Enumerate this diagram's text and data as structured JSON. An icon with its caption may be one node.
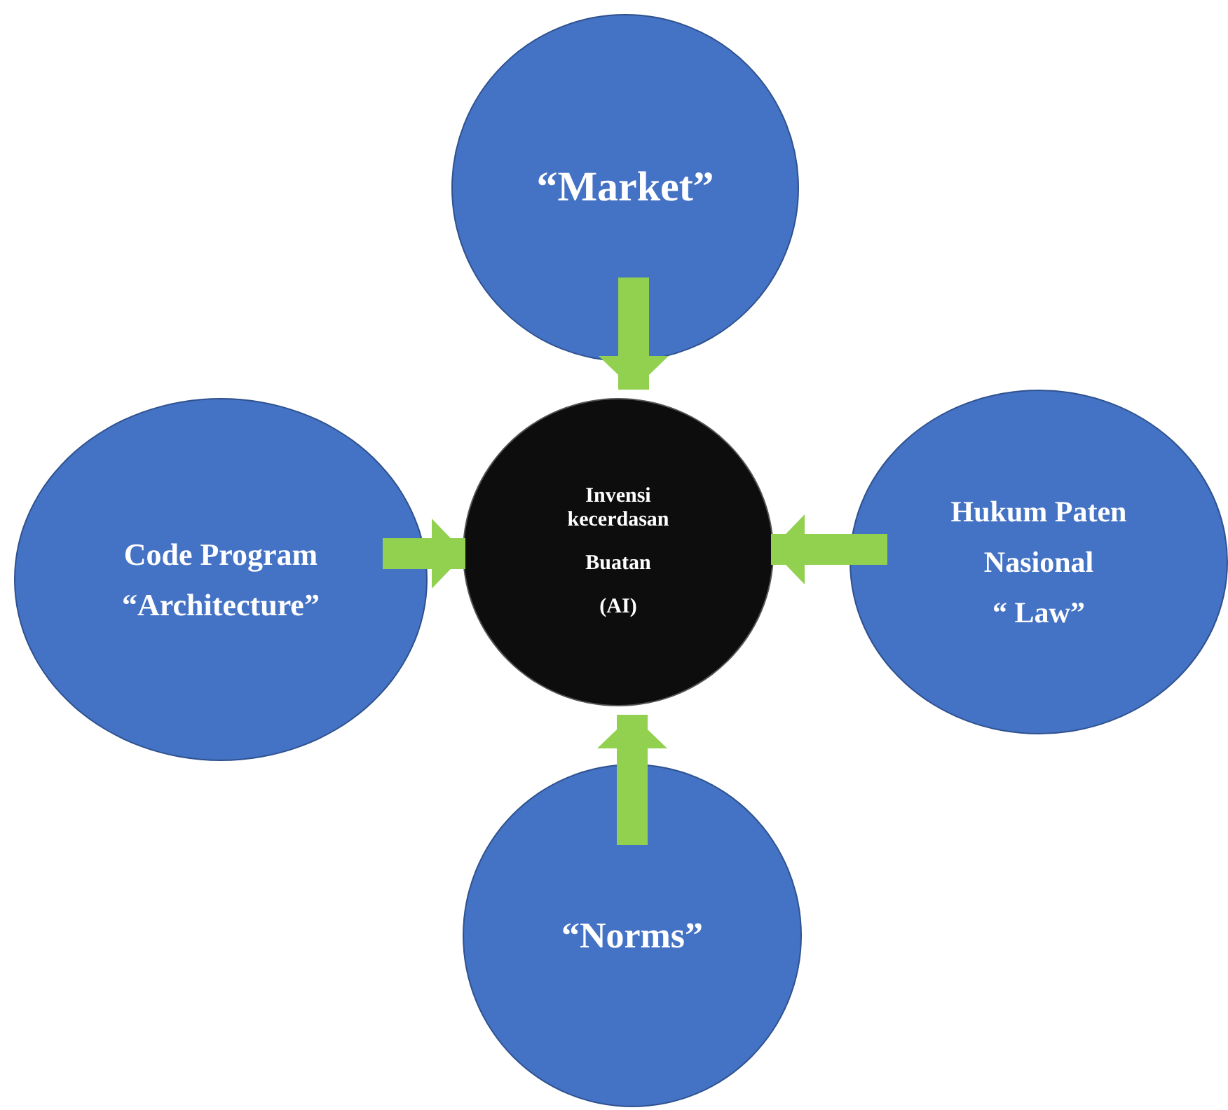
{
  "diagram": {
    "nodes": [
      {
        "text": [
          "“Market”"
        ]
      },
      {
        "text": [
          "Code Program",
          "“Architecture”"
        ]
      },
      {
        "text": [
          "Invensi kecerdasan",
          "Buatan",
          "(AI)"
        ]
      },
      {
        "text": [
          "Hukum Paten",
          "Nasional",
          "“ Law”"
        ]
      },
      {
        "text": [
          "“Norms”"
        ]
      }
    ],
    "edges": [
      {
        "from": 0,
        "to": 2,
        "arrow": "to"
      },
      {
        "from": 1,
        "to": 2,
        "arrow": "to"
      },
      {
        "from": 3,
        "to": 2,
        "arrow": "to"
      },
      {
        "from": 4,
        "to": 2,
        "arrow": "to"
      }
    ]
  }
}
